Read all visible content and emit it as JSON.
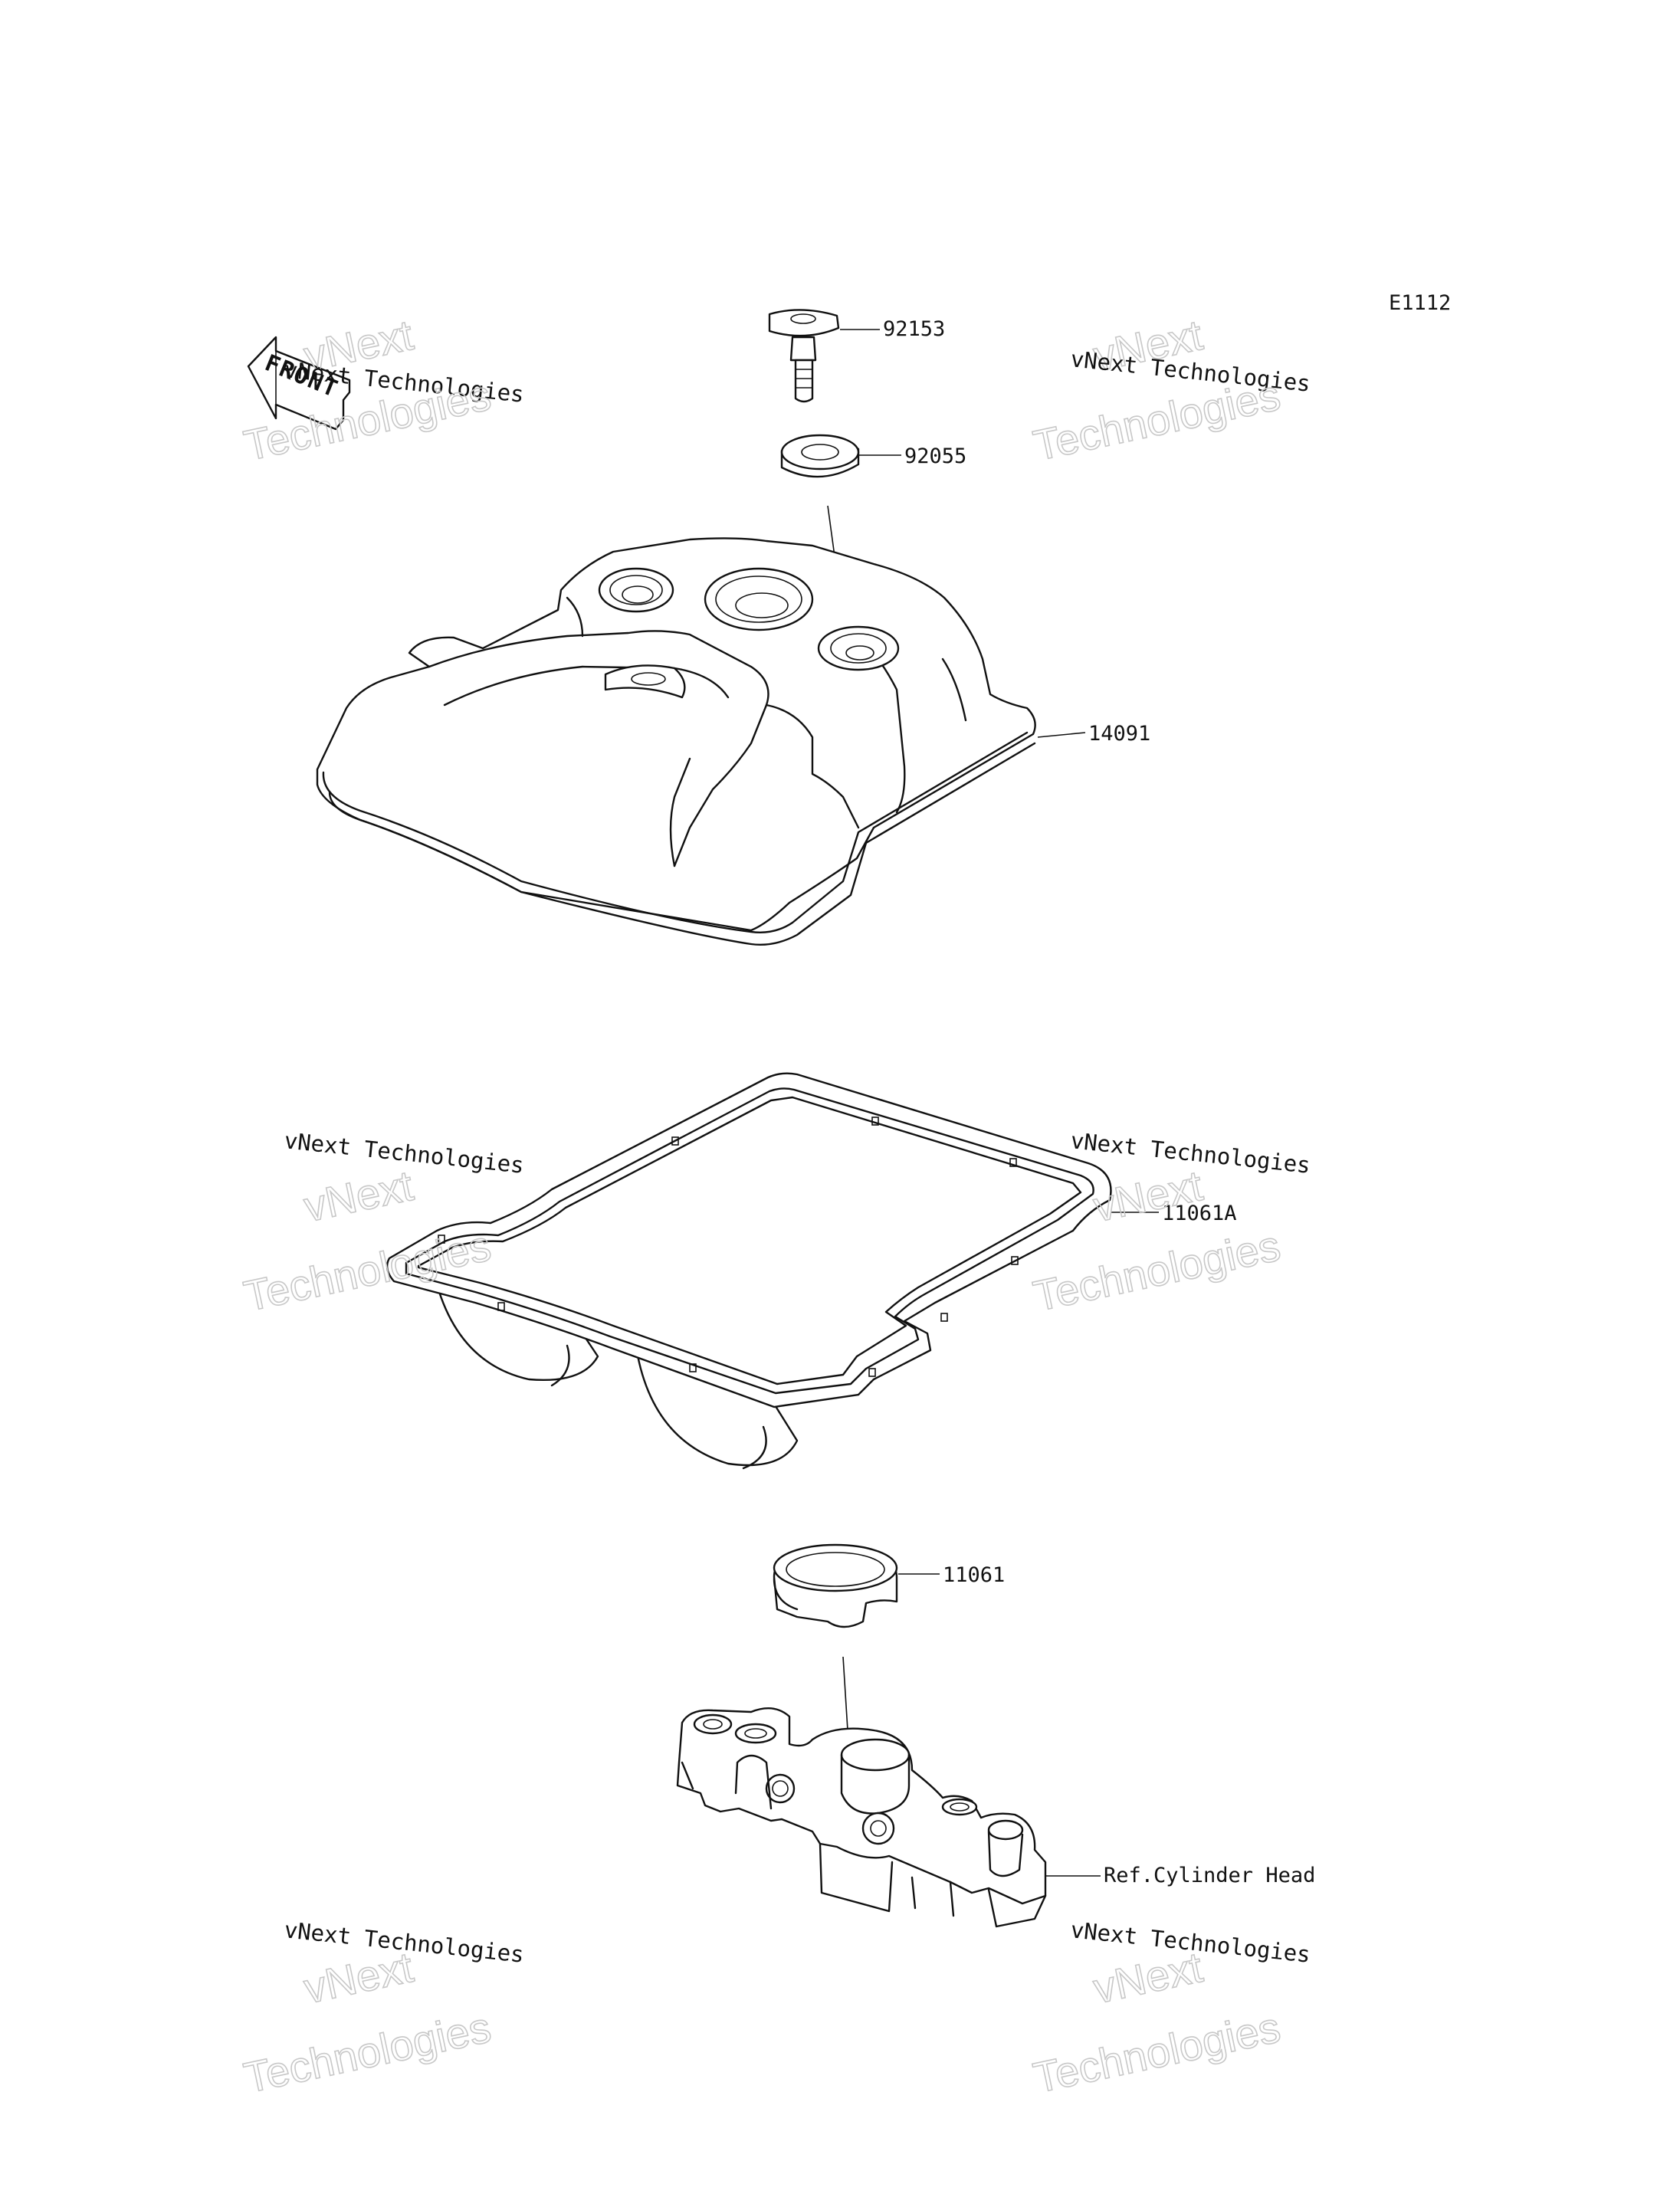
{
  "diagram": {
    "code": "E1112",
    "front_indicator": "FRONT",
    "parts": [
      {
        "id": "bolt",
        "label": "92153"
      },
      {
        "id": "grommet",
        "label": "92055"
      },
      {
        "id": "cover",
        "label": "14091"
      },
      {
        "id": "gasket",
        "label": "11061A"
      },
      {
        "id": "plug-gasket",
        "label": "11061"
      },
      {
        "id": "cylinder-head",
        "label": "Ref.Cylinder Head"
      }
    ],
    "watermark": {
      "line1": "vNext Technologies",
      "big1": "vNext",
      "big2": "Technologies"
    }
  }
}
